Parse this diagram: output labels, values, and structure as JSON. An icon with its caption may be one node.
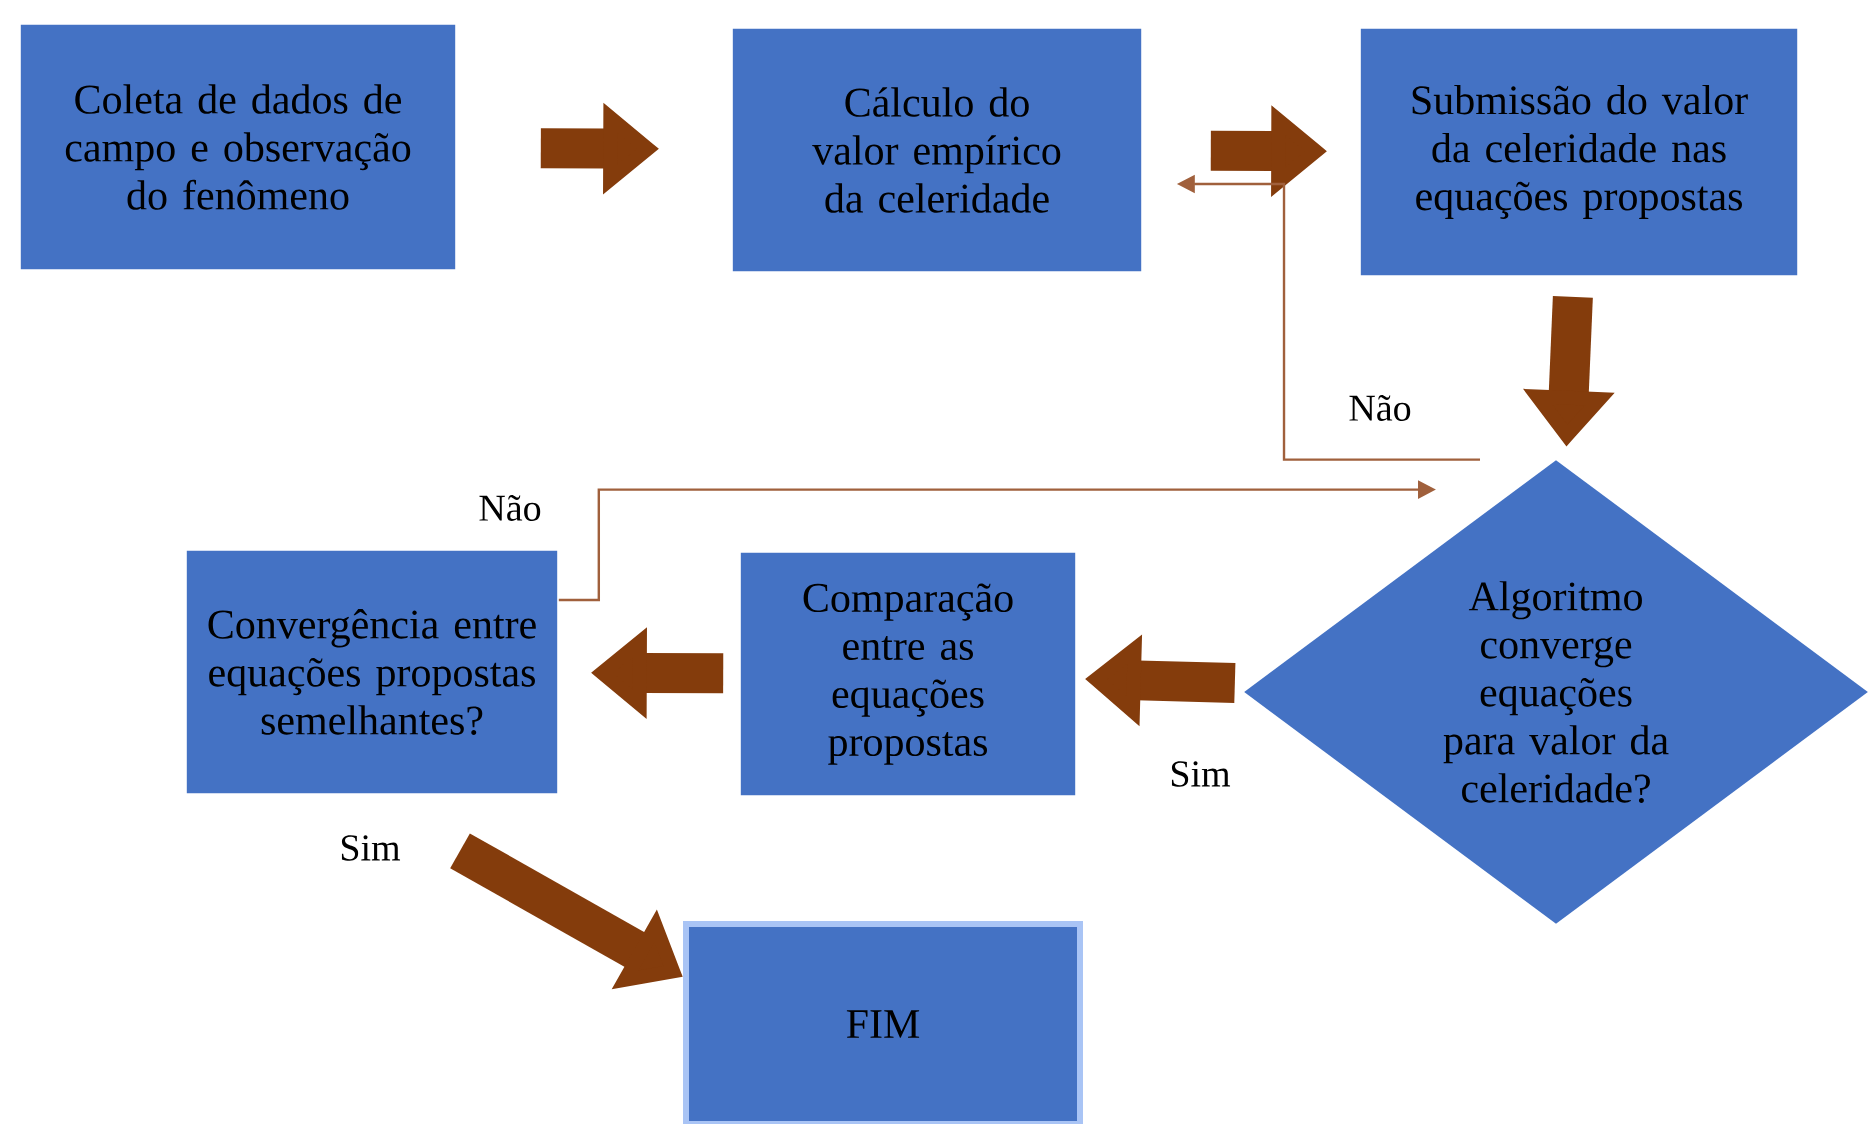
{
  "diagram": {
    "nodes": [
      {
        "text": [
          "Coleta de dados de campo e observação do fenômeno"
        ]
      },
      {
        "text": [
          "Cálculo do valor empírico da celeridade"
        ]
      },
      {
        "text": [
          "Submissão do valor da celeridade nas equações propostas"
        ]
      },
      {
        "text": [
          "Algoritmo converge equações para valor da celeridade?"
        ]
      },
      {
        "text": [
          "Comparação entre as equações propostas"
        ]
      },
      {
        "text": [
          "Convergência entre equações propostas semelhantes?"
        ]
      },
      {
        "text": [
          "FIM"
        ]
      }
    ],
    "edges": [
      {
        "from": 0,
        "to": 1,
        "arrow": "to"
      },
      {
        "from": 1,
        "to": 2,
        "arrow": "to"
      },
      {
        "from": 2,
        "to": 3,
        "arrow": "to"
      },
      {
        "from": 3,
        "to": 4,
        "arrow": "to",
        "label": "Sim"
      },
      {
        "from": 4,
        "to": 5,
        "arrow": "to"
      },
      {
        "from": 5,
        "to": 6,
        "arrow": "to",
        "label": "Sim"
      },
      {
        "from": 3,
        "to": 1,
        "arrow": "to",
        "label": "Não",
        "color": "#a0603c"
      },
      {
        "from": 5,
        "to": 3,
        "arrow": "to",
        "label": "Não",
        "color": "#a0603c"
      }
    ]
  }
}
